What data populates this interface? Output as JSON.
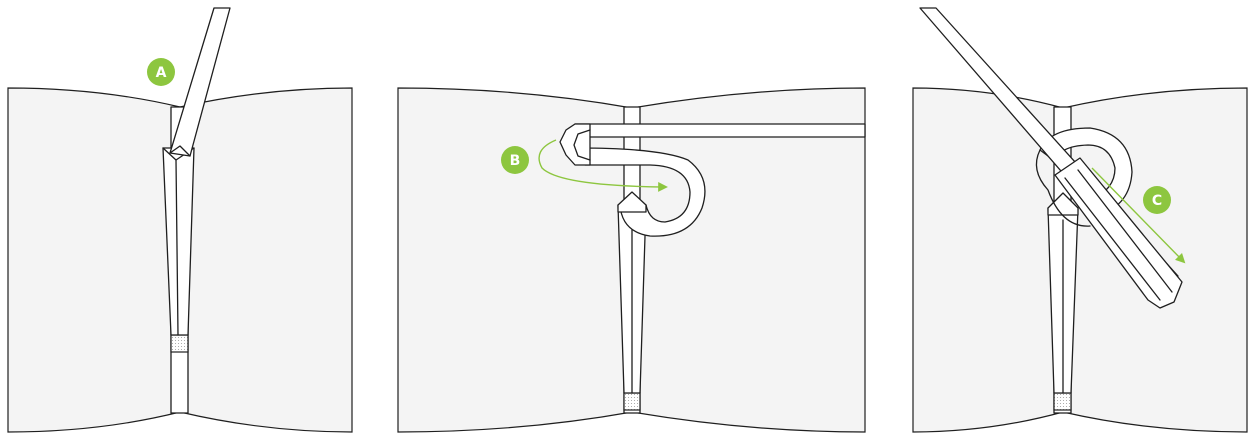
{
  "steps": [
    {
      "label": "A"
    },
    {
      "label": "B"
    },
    {
      "label": "C"
    }
  ],
  "colors": {
    "accent": "#8dc63f",
    "fabric": "#f4f4f4",
    "outline": "#1f1f1f",
    "strap": "#ffffff"
  }
}
